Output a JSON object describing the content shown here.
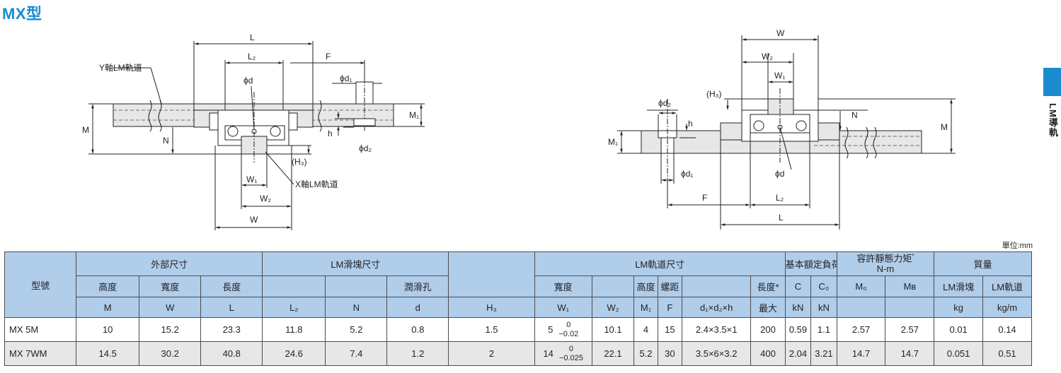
{
  "page": {
    "title": "MX型",
    "side_label": "LM導軌",
    "unit_note": "單位:mm"
  },
  "drawing": {
    "left": {
      "L": "L",
      "L2": "L₂",
      "F": "F",
      "phi_d": "ϕd",
      "phi_d1": "ϕd₁",
      "phi_d2": "ϕd₂",
      "M": "M",
      "M1": "M₁",
      "N": "N",
      "h": "h",
      "H3": "(H₃)",
      "W1": "W₁",
      "W2": "W₂",
      "W": "W",
      "y_rail": "Y軸LM軌道",
      "x_rail": "X軸LM軌道"
    },
    "right": {
      "W": "W",
      "W2": "W₂",
      "W1": "W₁",
      "H3": "(H₃)",
      "phi_d2": "ϕd₂",
      "N": "N",
      "M": "M",
      "h": "h",
      "M1": "M₁",
      "phi_d1": "ϕd₁",
      "phi_d": "ϕd",
      "F": "F",
      "L2": "L₂",
      "L": "L"
    }
  },
  "table": {
    "group_headers": {
      "model": "型號",
      "outer": "外部尺寸",
      "block": "LM滑塊尺寸",
      "rail": "LM軌道尺寸",
      "rated_load": "基本額定負荷",
      "moment": "容許靜態力矩",
      "moment_star": "*",
      "moment_unit": "N-m",
      "mass": "質量"
    },
    "sub_headers": {
      "height": "高度",
      "width": "寬度",
      "length": "長度",
      "lube": "潤滑孔",
      "rail_width": "寬度",
      "rail_height": "高度",
      "pitch": "螺距",
      "rail_length": "長度*",
      "C": "C",
      "C0": "C₀",
      "M0": "M₀",
      "MB": "Mʙ",
      "block_mass": "LM滑塊",
      "rail_mass": "LM軌道"
    },
    "symbols": {
      "M": "M",
      "W": "W",
      "L": "L",
      "L2": "L₂",
      "N": "N",
      "d": "d",
      "H3": "H₃",
      "W1": "W₁",
      "W2": "W₂",
      "M1": "M₁",
      "F": "F",
      "d1d2h": "d₁×d₂×h",
      "max": "最大",
      "kN_C": "kN",
      "kN_C0": "kN",
      "kg": "kg",
      "kgm": "kg/m"
    },
    "rows": [
      {
        "model": "MX 5M",
        "M": "10",
        "W": "15.2",
        "L": "23.3",
        "L2": "11.8",
        "N": "5.2",
        "d": "0.8",
        "H3": "1.5",
        "W1": "5",
        "W1_tol_upper": "0",
        "W1_tol_lower": "−0.02",
        "W2": "10.1",
        "M1": "4",
        "F": "15",
        "d1d2h": "2.4×3.5×1",
        "max_len": "200",
        "C": "0.59",
        "C0": "1.1",
        "M0": "2.57",
        "MB": "2.57",
        "block_mass": "0.01",
        "rail_mass": "0.14"
      },
      {
        "model": "MX 7WM",
        "M": "14.5",
        "W": "30.2",
        "L": "40.8",
        "L2": "24.6",
        "N": "7.4",
        "d": "1.2",
        "H3": "2",
        "W1": "14",
        "W1_tol_upper": "0",
        "W1_tol_lower": "−0.025",
        "W2": "22.1",
        "M1": "5.2",
        "F": "30",
        "d1d2h": "3.5×6×3.2",
        "max_len": "400",
        "C": "2.04",
        "C0": "3.21",
        "M0": "14.7",
        "MB": "14.7",
        "block_mass": "0.051",
        "rail_mass": "0.51"
      }
    ]
  }
}
